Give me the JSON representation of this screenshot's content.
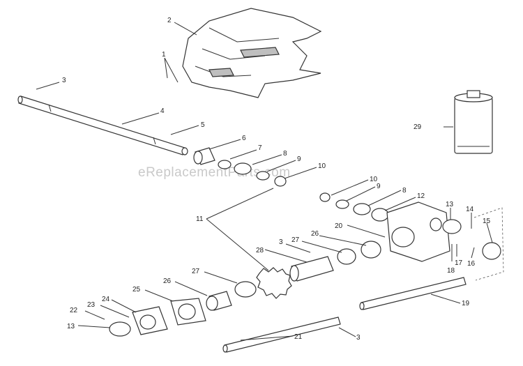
{
  "watermark": "eReplacementParts.com",
  "callouts": {
    "c1": "1",
    "c2": "2",
    "c3a": "3",
    "c4": "4",
    "c5": "5",
    "c6": "6",
    "c7": "7",
    "c8a": "8",
    "c9a": "9",
    "c10a": "10",
    "c10b": "10",
    "c9b": "9",
    "c8b": "8",
    "c12": "12",
    "c11": "11",
    "c13a": "13",
    "c14": "14",
    "c15": "15",
    "c20": "20",
    "c27a": "27",
    "c26a": "26",
    "c3b": "3",
    "c28": "28",
    "c17": "17",
    "c16": "16",
    "c18": "18",
    "c29": "29",
    "c27b": "27",
    "c26b": "26",
    "c25": "25",
    "c24": "24",
    "c23": "23",
    "c22": "22",
    "c13b": "13",
    "c19": "19",
    "c21": "21",
    "c3c": "3"
  }
}
